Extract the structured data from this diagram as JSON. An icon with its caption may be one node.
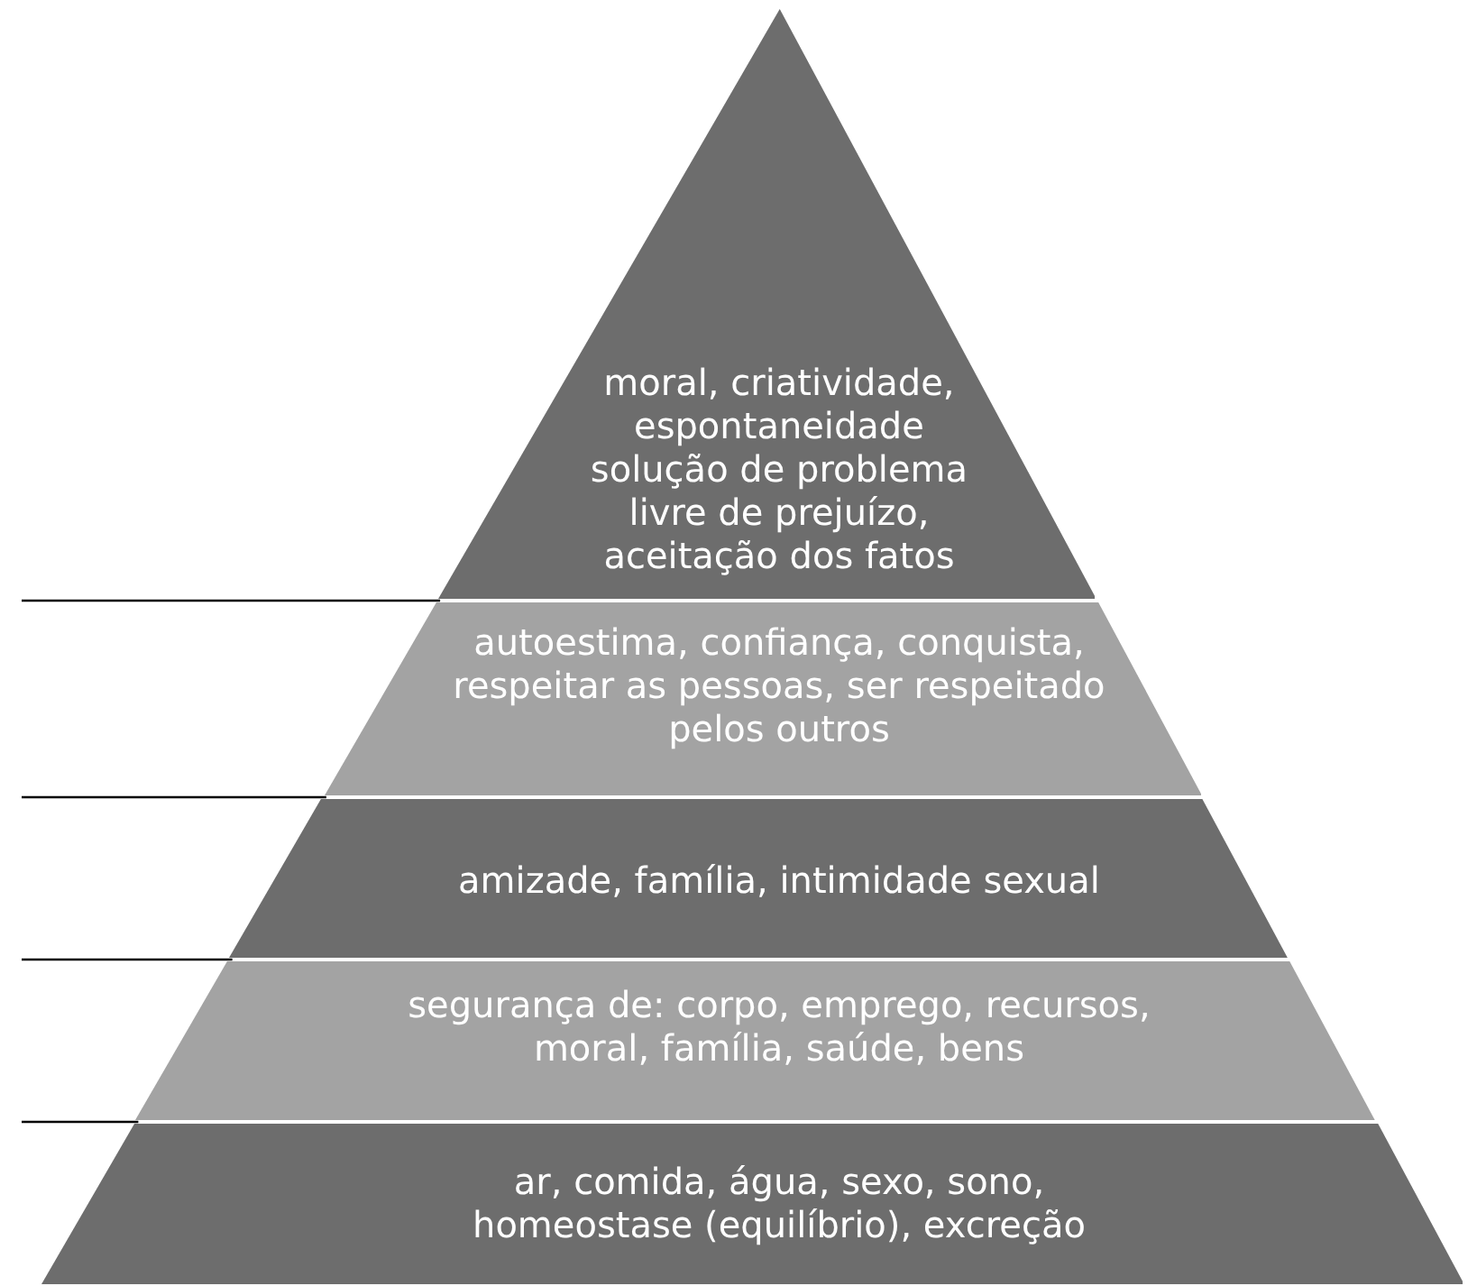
{
  "diagram": {
    "nodes": [
      {
        "text": [
          "moral, criatividade, espontaneidade solução de problema livre de prejuízo, aceitação dos fatos"
        ]
      },
      {
        "text": [
          "autoestima, confiança, conquista, respeitar as pessoas, ser respeitado pelos outros"
        ]
      },
      {
        "text": [
          "amizade, família, intimidade sexual"
        ]
      },
      {
        "text": [
          "segurança de: corpo, emprego, recursos, moral, família, saúde, bens"
        ]
      },
      {
        "text": [
          "ar, comida, água, sexo, sono, homeostase (equilíbrio), excreção"
        ]
      }
    ]
  }
}
